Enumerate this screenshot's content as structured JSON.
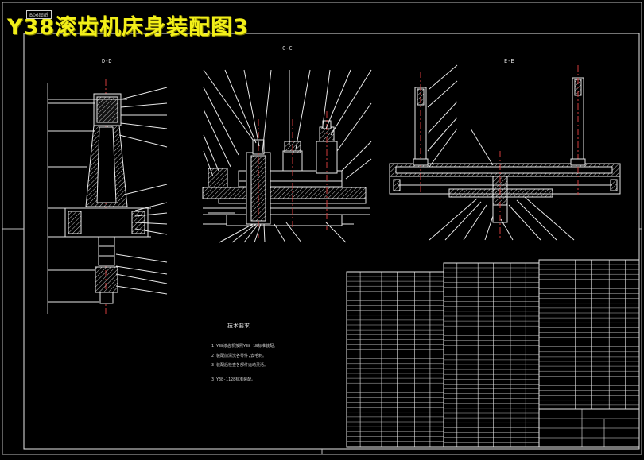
{
  "drawing": {
    "title": "Y38滚齿机床身装配图3",
    "tag": "B06图纸",
    "views": {
      "d": "D-D",
      "c": "C-C",
      "e": "E-E"
    },
    "notes": {
      "heading": "技术要求",
      "lines": [
        "1.Y38滚齿机按照Y38-1B标准装配。",
        "2.装配前清洗各零件,去毛刺。",
        "3.装配后检查各部件运动灵活。",
        "3.Y38-1128标准装配。"
      ]
    }
  },
  "colors": {
    "background": "#000000",
    "title": "#f2ef19",
    "line_white": "#e8e8e8",
    "section_red": "#d23c3c",
    "hatch": "#c0c0c0"
  }
}
